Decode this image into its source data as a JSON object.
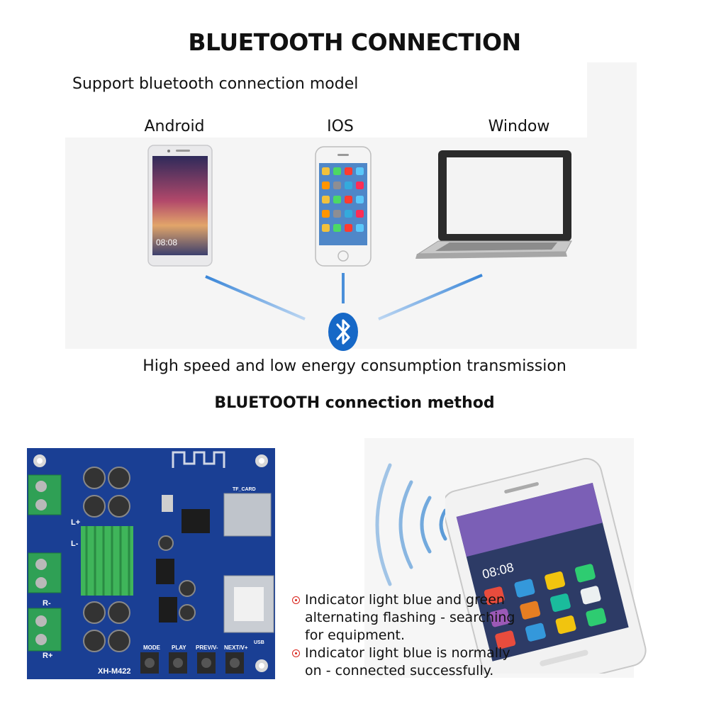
{
  "title": "BLUETOOTH CONNECTION",
  "support_text": "Support bluetooth connection model",
  "devices": [
    {
      "label": "Android"
    },
    {
      "label": "IOS"
    },
    {
      "label": "Window"
    }
  ],
  "android_time": "08:08",
  "speed_text": "High speed and low energy consumption transmission",
  "method_title": "BLUETOOTH connection method",
  "board": {
    "model": "XH-M422",
    "buttons": [
      "MODE",
      "PLAY",
      "PREV/V-",
      "NEXT/V+"
    ],
    "tf_label": "TF_CARD",
    "usb_label": "USB",
    "left_labels": [
      "L+",
      "L-",
      "R-",
      "R+"
    ]
  },
  "phone_time": "08:08",
  "notes": [
    "Indicator light blue and green alternating flashing - searching for equipment.",
    "Indicator light blue is normally on - connected successfully."
  ],
  "colors": {
    "bluetooth": "#1668c7",
    "board": "#1a3f94",
    "bullet": "#d9241c"
  }
}
